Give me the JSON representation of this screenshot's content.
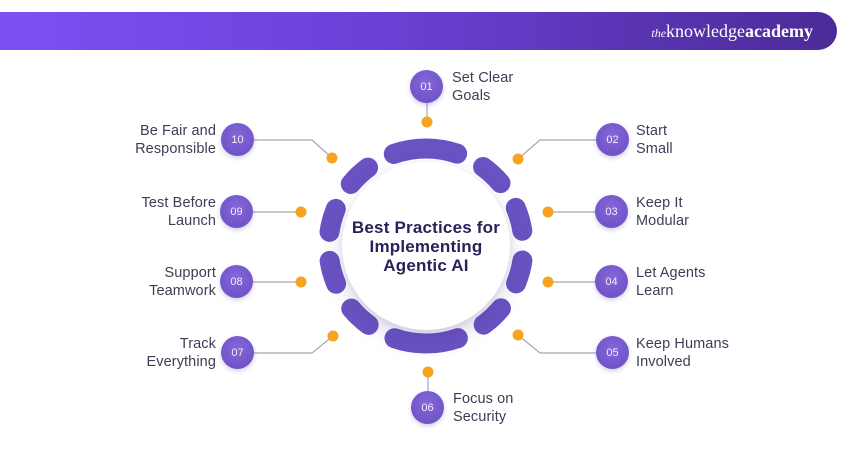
{
  "header": {
    "logo": {
      "the": "the",
      "knowledge": "knowledge",
      "academy": "academy"
    }
  },
  "center": {
    "title": "Best Practices for\nImplementing\nAgentic AI"
  },
  "items": [
    {
      "number": "01",
      "label": "Set Clear\nGoals"
    },
    {
      "number": "02",
      "label": "Start\nSmall"
    },
    {
      "number": "03",
      "label": "Keep It\nModular"
    },
    {
      "number": "04",
      "label": "Let Agents\nLearn"
    },
    {
      "number": "05",
      "label": "Keep Humans\nInvolved"
    },
    {
      "number": "06",
      "label": "Focus on\nSecurity"
    },
    {
      "number": "07",
      "label": "Track\nEverything"
    },
    {
      "number": "08",
      "label": "Support\nTeamwork"
    },
    {
      "number": "09",
      "label": "Test Before\nLaunch"
    },
    {
      "number": "10",
      "label": "Be Fair and\nResponsible"
    }
  ],
  "colors": {
    "header_gradient_left": "#7d50f3",
    "header_gradient_right": "#4b2b97",
    "ring_purple": "#6a52c2",
    "badge_purple": "#7257cb",
    "dot_orange": "#f8a31f",
    "connector_gray": "#a9a6b2",
    "title_navy": "#2b2159",
    "label_slate": "#403c54"
  }
}
